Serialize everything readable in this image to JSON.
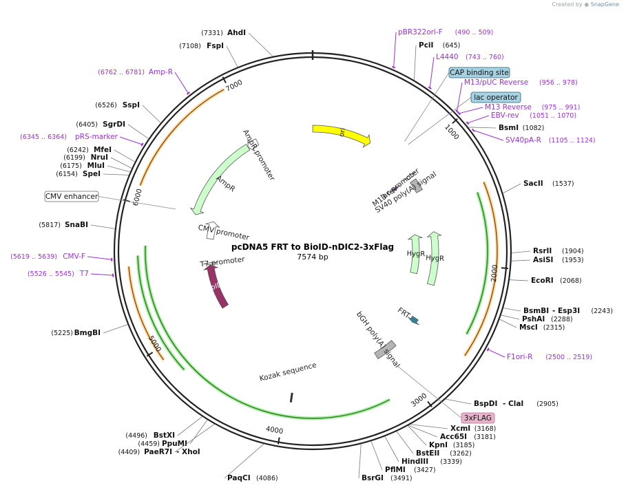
{
  "credit": {
    "prefix": "Created by",
    "brand": "SnapGene"
  },
  "plasmid": {
    "name": "pcDNA5 FRT to BioID-nDIC2-3xFlag",
    "size": "7574 bp",
    "total": 7574
  },
  "ticks": [
    "1000",
    "2000",
    "3000",
    "4000",
    "5000",
    "6000",
    "7000"
  ],
  "features": [
    {
      "name": "ori",
      "start": 1,
      "end": 589,
      "dir": "cw",
      "color": "#ffff00",
      "ring": 1,
      "label_inside": true
    },
    {
      "name": "AmpR",
      "start": 6045,
      "end": 6904,
      "dir": "ccw",
      "color": "#ccffcc",
      "ring": 1,
      "label": "AmpR"
    },
    {
      "name": "AmpR promoter",
      "start": 6905,
      "end": 7009,
      "dir": "ccw",
      "color": "#ffffff",
      "ring": 1,
      "label": "AmpR promoter"
    },
    {
      "name": "CMV promoter",
      "start": 5825,
      "end": 6028,
      "dir": "cw",
      "color": "#ffffff",
      "ring": 2,
      "label": "CMV promoter"
    },
    {
      "name": "T7 promoter",
      "start": 5526,
      "end": 5545,
      "dir": "cw",
      "color": "#ffffff",
      "ring": 2,
      "label": "T7 promoter"
    },
    {
      "name": "BioID2",
      "start": 5000,
      "end": 5520,
      "dir": "cw",
      "color": "#993366",
      "ring": 2,
      "label_inside": true
    },
    {
      "name": "HygR",
      "start": 1700,
      "end": 2226,
      "dir": "ccw",
      "color": "#ccffcc",
      "ring": 1,
      "label_inside": true
    },
    {
      "name": "HygR",
      "start": 1700,
      "end": 2150,
      "dir": "ccw",
      "color": "#ccffcc",
      "ring": 2,
      "label_inside": true
    },
    {
      "name": "FRT",
      "start": 2590,
      "end": 2640,
      "dir": "cw",
      "color": "#31849b",
      "ring": 1,
      "label": "FRT"
    },
    {
      "name": "bGH poly(A) signal",
      "start": 2915,
      "end": 3130,
      "dir": "none",
      "color": "#b4b4b4",
      "ring": 1,
      "label": "bGH poly(A) signal"
    },
    {
      "name": "SV40 poly(A) signal",
      "start": 1155,
      "end": 1276,
      "dir": "none",
      "color": "#b4b4b4",
      "ring": 1,
      "label": "SV40 poly(A) signal"
    },
    {
      "name": "lac promoter",
      "start": 1090,
      "end": 1120,
      "dir": "ccw",
      "color": "#ffffff",
      "ring": 1,
      "label": "lac promoter"
    },
    {
      "name": "M13 rev",
      "start": 1105,
      "end": 1122,
      "dir": "ccw",
      "color": "#7030a0",
      "ring": 2,
      "label": "M13 rev"
    }
  ],
  "orfs": [
    {
      "start": 6120,
      "end": 6970,
      "ring": 0,
      "color": "#ff9900"
    },
    {
      "start": 1430,
      "end": 2620,
      "ring": 0,
      "color": "#ff9900"
    },
    {
      "start": 1480,
      "end": 2490,
      "ring": 1,
      "color": "#00cc00"
    },
    {
      "start": 4920,
      "end": 5580,
      "ring": 0,
      "color": "#ff9900"
    },
    {
      "start": 3210,
      "end": 5720,
      "ring": 2,
      "color": "#00cc00"
    },
    {
      "start": 4780,
      "end": 5650,
      "ring": 1,
      "color": "#00cc00"
    }
  ],
  "single_features": [
    {
      "name": "Kozak sequence",
      "pos": 3960
    }
  ],
  "sites": [
    {
      "name": "AhdI",
      "pos": "(7331)"
    },
    {
      "name": "FspI",
      "pos": "(7108)"
    },
    {
      "name": "SspI",
      "pos": "(6526)"
    },
    {
      "name": "SgrDI",
      "pos": "(6405)"
    },
    {
      "name": "MfeI",
      "pos": "(6242)"
    },
    {
      "name": "NruI",
      "pos": "(6199)"
    },
    {
      "name": "MluI",
      "pos": "(6175)"
    },
    {
      "name": "SpeI",
      "pos": "(6154)"
    },
    {
      "name": "SnaBI",
      "pos": "(5817)"
    },
    {
      "name": "BmgBI",
      "pos": "(5225)"
    },
    {
      "name": "BstXI",
      "pos": "(4496)"
    },
    {
      "name": "PpuMI",
      "pos": "(4459)"
    },
    {
      "name": "PaeR7I",
      "pos": "(4409)",
      "extra": "- XhoI"
    },
    {
      "name": "PaqCI",
      "pos": "(4086)"
    },
    {
      "name": "PciI",
      "pos": "(645)"
    },
    {
      "name": "BsmI",
      "pos": "(1082)"
    },
    {
      "name": "SacII",
      "pos": "(1537)"
    },
    {
      "name": "RsrII",
      "pos": "(1904)"
    },
    {
      "name": "AsiSI",
      "pos": "(1953)"
    },
    {
      "name": "EcoRI",
      "pos": "(2068)"
    },
    {
      "name": "BsmBI",
      "pos": "(2243)",
      "extra": "- Esp3I"
    },
    {
      "name": "PshAI",
      "pos": "(2288)"
    },
    {
      "name": "MscI",
      "pos": "(2315)"
    },
    {
      "name": "BspDI",
      "pos": "(2905)",
      "extra": "- ClaI"
    },
    {
      "name": "XcmI",
      "pos": "(3168)"
    },
    {
      "name": "Acc65I",
      "pos": "(3181)"
    },
    {
      "name": "KpnI",
      "pos": "(3185)"
    },
    {
      "name": "BstEII",
      "pos": "(3262)"
    },
    {
      "name": "HindIII",
      "pos": "(3339)"
    },
    {
      "name": "PflMI",
      "pos": "(3427)"
    },
    {
      "name": "BsrGI",
      "pos": "(3491)"
    }
  ],
  "primers": [
    {
      "name": "pBR322ori-F",
      "range": "(490 .. 509)"
    },
    {
      "name": "L4440",
      "range": "(743 .. 760)"
    },
    {
      "name": "M13/pUC Reverse",
      "range": "(956 .. 978)"
    },
    {
      "name": "M13 Reverse",
      "range": "(975 .. 991)"
    },
    {
      "name": "EBV-rev",
      "range": "(1051 .. 1070)"
    },
    {
      "name": "SV40pA-R",
      "range": "(1105 .. 1124)"
    },
    {
      "name": "F1ori-R",
      "range": "(2500 .. 2519)"
    },
    {
      "name": "Amp-R",
      "range": "(6762 .. 6781)"
    },
    {
      "name": "pRS-marker",
      "range": "(6345 .. 6364)"
    },
    {
      "name": "CMV-F",
      "range": "(5619 .. 5639)"
    },
    {
      "name": "T7",
      "range": "(5526 .. 5545)"
    }
  ],
  "boxes": [
    {
      "name": "CAP binding site",
      "color": "#a6d2e3",
      "border": "#2a5d73"
    },
    {
      "name": "lac operator",
      "color": "#a6d2e3",
      "border": "#2a5d73"
    },
    {
      "name": "CMV enhancer",
      "color": "#ffffff",
      "border": "#666666"
    },
    {
      "name": "3xFLAG",
      "color": "#e8b4cc",
      "border": "#b06a8c"
    }
  ]
}
